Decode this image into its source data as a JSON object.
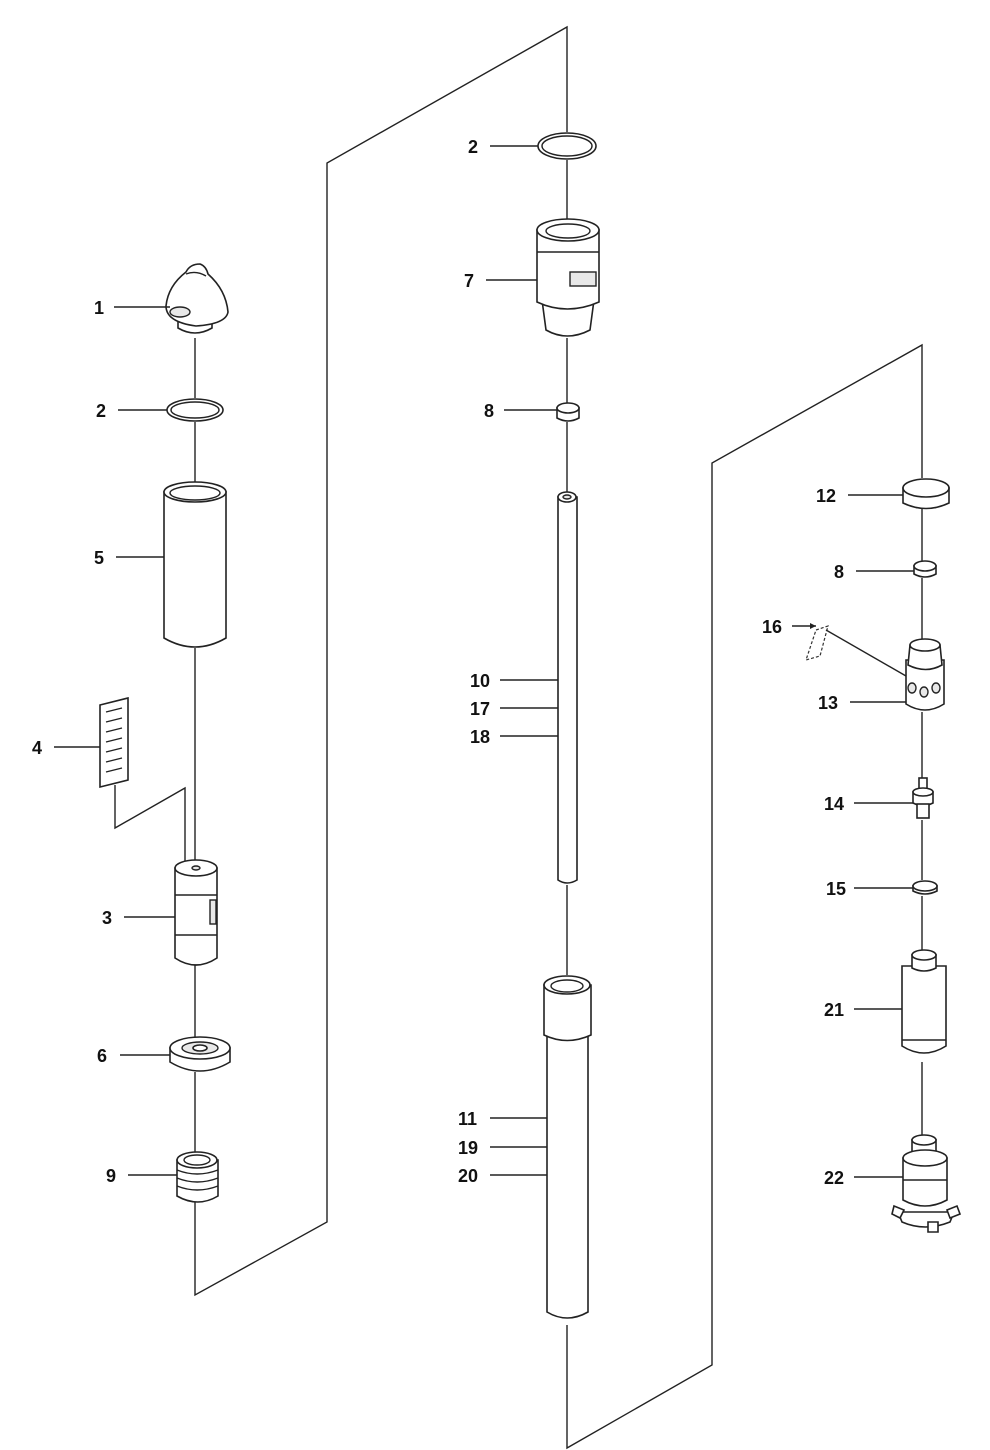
{
  "callouts": {
    "c1": "1",
    "c2a": "2",
    "c5": "5",
    "c4": "4",
    "c3": "3",
    "c6": "6",
    "c9": "9",
    "c2b": "2",
    "c7": "7",
    "c8a": "8",
    "c10": "10",
    "c17": "17",
    "c18": "18",
    "c11": "11",
    "c19": "19",
    "c20": "20",
    "c12": "12",
    "c8b": "8",
    "c16": "16",
    "c13": "13",
    "c14": "14",
    "c15": "15",
    "c21": "21",
    "c22": "22"
  },
  "colors": {
    "line": "#222222",
    "part_fill": "#ffffff",
    "shade": "#e8e8e8"
  }
}
